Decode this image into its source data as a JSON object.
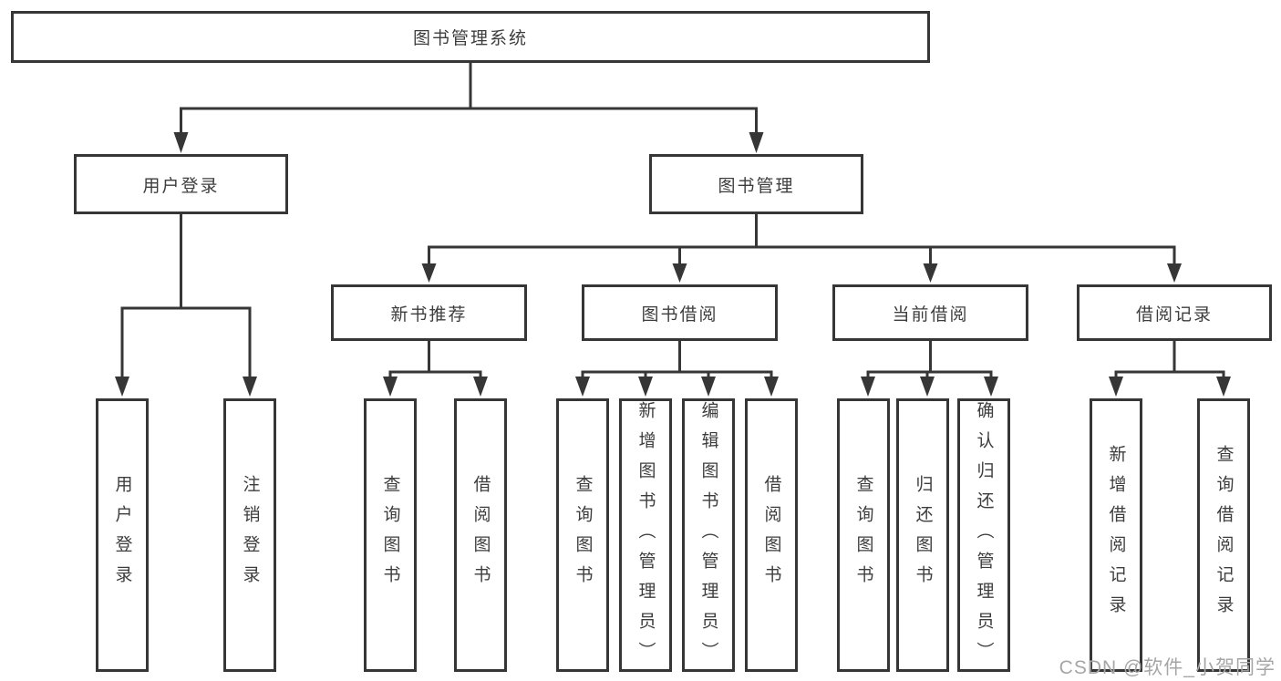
{
  "diagram": {
    "root": "图书管理系统",
    "level2": [
      {
        "label": "用户登录"
      },
      {
        "label": "图书管理"
      }
    ],
    "level3": [
      {
        "label": "新书推荐"
      },
      {
        "label": "图书借阅"
      },
      {
        "label": "当前借阅"
      },
      {
        "label": "借阅记录"
      }
    ],
    "leaves": {
      "userLogin": [
        "用户登录",
        "注销登录"
      ],
      "newBookRecommend": [
        "查询图书",
        "借阅图书"
      ],
      "bookBorrow": [
        "查询图书",
        "新增图书（管理员）",
        "编辑图书（管理员）",
        "借阅图书"
      ],
      "currentBorrow": [
        "查询图书",
        "归还图书",
        "确认归还（管理员）"
      ],
      "borrowRecords": [
        "新增借阅记录",
        "查询借阅记录"
      ]
    }
  },
  "watermark": "CSDN @软件_小贺同学",
  "colors": {
    "line": "#363636",
    "text": "#3d3d3d",
    "box_background": "#ffffff",
    "watermark_text": "#a6a6a6"
  }
}
